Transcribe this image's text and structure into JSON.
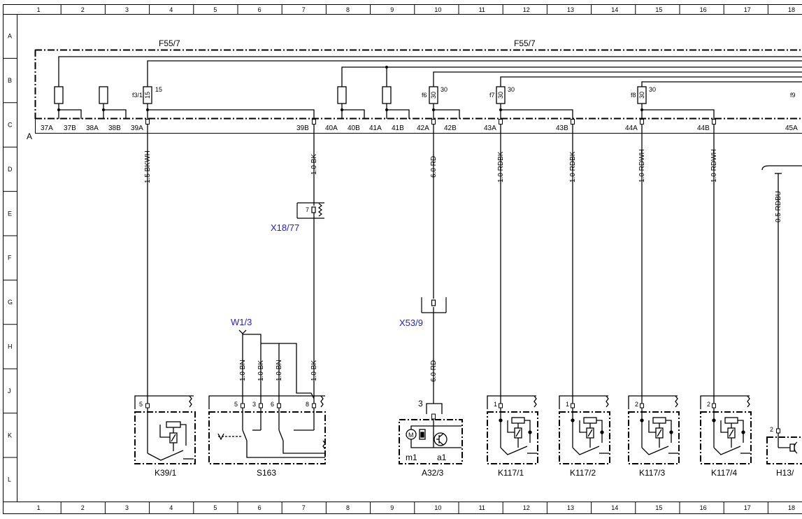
{
  "grid": {
    "columns": [
      "1",
      "2",
      "3",
      "4",
      "5",
      "6",
      "7",
      "8",
      "9",
      "10",
      "11",
      "12",
      "13",
      "14",
      "15",
      "16",
      "17",
      "18"
    ],
    "rows": [
      "A",
      "B",
      "C",
      "D",
      "E",
      "F",
      "G",
      "H",
      "J",
      "K",
      "L"
    ]
  },
  "fusebox": {
    "label_left": "F55/7",
    "label_right": "F55/7",
    "side_letter": "A",
    "fuse_labels": {
      "f3_1": "f3/1",
      "f3_1_rating": "15",
      "f6": "f6",
      "f6_rating": "30",
      "f7": "f7",
      "f7_rating": "30",
      "f8": "f8",
      "f8_rating": "30",
      "f9": "f9",
      "term15": "15",
      "term30a": "30",
      "term30b": "30",
      "term30c": "30"
    },
    "terminals": [
      "37A",
      "37B",
      "38A",
      "38B",
      "39A",
      "39B",
      "40A",
      "40B",
      "41A",
      "41B",
      "42A",
      "42B",
      "43A",
      "43B",
      "44A",
      "44B",
      "45A"
    ]
  },
  "wires": {
    "w39a": "1.5 BKWH",
    "w39b": "1.0 BK",
    "w42a": "6.0 RD",
    "w42a_low": "6.0 RD",
    "w43a": "1.0 RDBK",
    "w43b": "1.0 RDBK",
    "w44a": "1.0 RDWH",
    "w44b": "1.0 RDWH",
    "w_rdbu": "0.5 RDBU",
    "s163_a": "1.0 BN",
    "s163_b": "1.0 BK",
    "s163_c": "1.0 BN",
    "s163_d": "1.0 BK"
  },
  "connectors": {
    "x18_77": "X18/77",
    "x18_77_pin": "7",
    "x53_9": "X53/9",
    "w1_3": "W1/3"
  },
  "components": {
    "k39_1": {
      "name": "K39/1",
      "pin": "5"
    },
    "s163": {
      "name": "S163",
      "pins": [
        "5",
        "3",
        "6",
        "8"
      ]
    },
    "a32_3": {
      "name": "A32/3",
      "pin": "3",
      "sub1": "m1",
      "sub2": "a1",
      "motor": "M"
    },
    "k117_1": {
      "name": "K117/1",
      "pin": "1"
    },
    "k117_2": {
      "name": "K117/2",
      "pin": "1"
    },
    "k117_3": {
      "name": "K117/3",
      "pin": "2"
    },
    "k117_4": {
      "name": "K117/4",
      "pin": "2"
    },
    "h13": {
      "name": "H13/",
      "pin": "2"
    }
  }
}
